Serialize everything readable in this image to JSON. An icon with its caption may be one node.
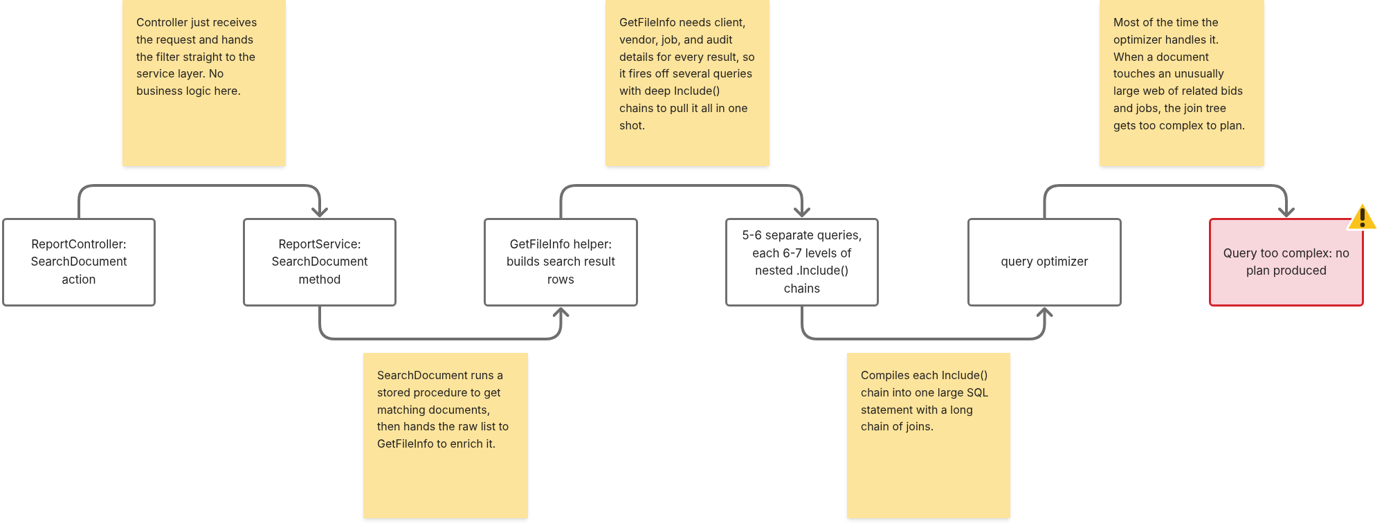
{
  "diagram": {
    "nodes": [
      {
        "text": [
          "ReportController: SearchDocument action"
        ]
      },
      {
        "text": [
          "ReportService: SearchDocument method"
        ]
      },
      {
        "text": [
          "GetFileInfo helper: builds search result rows"
        ]
      },
      {
        "text": [
          "5-6 separate queries, each 6-7 levels of nested .Include() chains"
        ]
      },
      {
        "text": [
          "query optimizer"
        ]
      },
      {
        "text": [
          "Query too complex: no plan produced"
        ]
      },
      {
        "text": [
          "Controller just receives the request and hands the filter straight to the service layer. No business logic here."
        ]
      },
      {
        "text": [
          "GetFileInfo needs client, vendor, job, and audit details for every result, so it fires off several queries with deep Include() chains to pull it all in one shot."
        ]
      },
      {
        "text": [
          "Most of the time the optimizer handles it. When a document touches an unusually large web of related bids and jobs, the join tree gets too complex to plan."
        ]
      },
      {
        "text": [
          "SearchDocument runs a stored procedure to get matching documents, then hands the raw list to GetFileInfo to enrich it."
        ]
      },
      {
        "text": [
          "Compiles each Include() chain into one large SQL statement with a long chain of joins."
        ]
      }
    ],
    "edges": [
      {
        "from": 0,
        "to": 1,
        "arrow": "to"
      },
      {
        "from": 1,
        "to": 2,
        "arrow": "to"
      },
      {
        "from": 2,
        "to": 3,
        "arrow": "to"
      },
      {
        "from": 3,
        "to": 4,
        "arrow": "to"
      },
      {
        "from": 4,
        "to": 5,
        "arrow": "to"
      }
    ]
  }
}
